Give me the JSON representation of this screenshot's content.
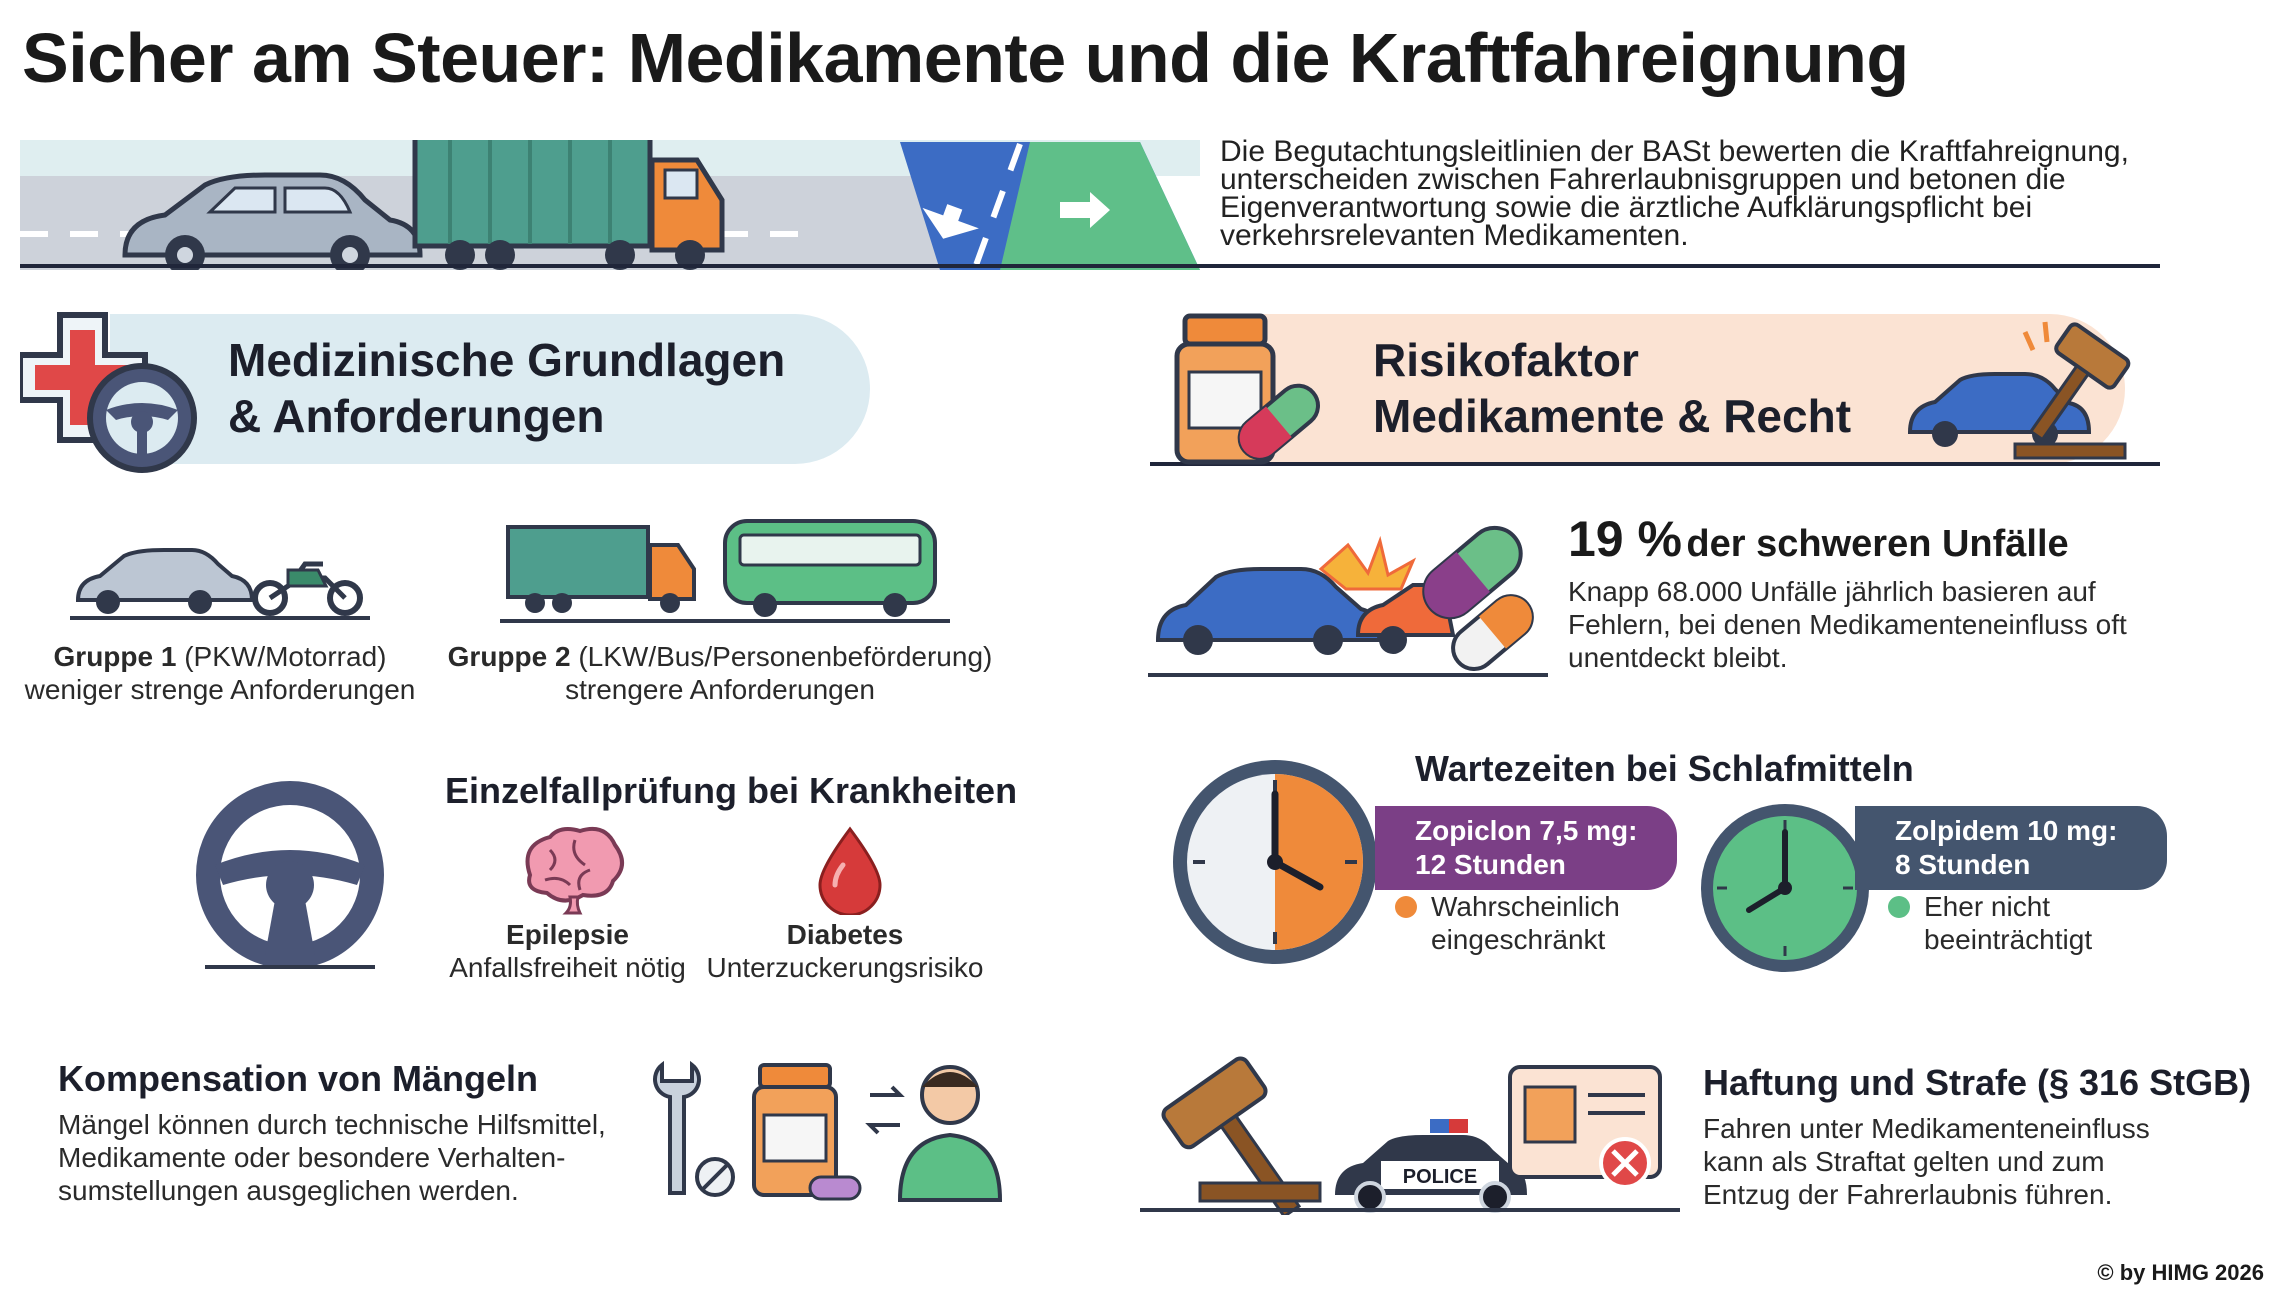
{
  "title": "Sicher am Steuer: Medikamente und die Kraftfahreignung",
  "intro": "Die Begutachtungsleitlinien der BASt bewerten die Kraftfahreignung, unterscheiden zwischen Fahrerlaubnisgruppen und betonen die Eigenverantwortung sowie die ärztliche Aufklärungspflicht bei verkehrsrelevanten Medikamenten.",
  "left": {
    "header_line1": "Medizinische Grundlagen",
    "header_line2": "& Anforderungen",
    "group1": {
      "name": "Gruppe 1",
      "detail": "(PKW/Motorrad)",
      "requirement": "weniger strenge Anforderungen"
    },
    "group2": {
      "name": "Gruppe 2",
      "detail": "(LKW/Bus/Personenbeförderung)",
      "requirement": "strengere Anforderungen"
    },
    "single_case": {
      "title": "Einzelfallprüfung bei Krankheiten",
      "epilepsy": {
        "name": "Epilepsie",
        "note": "Anfallsfreiheit nötig"
      },
      "diabetes": {
        "name": "Diabetes",
        "note": "Unterzuckerungsrisiko"
      }
    },
    "compensation": {
      "title": "Kompensation von Mängeln",
      "text": "Mängel können durch technische Hilfsmittel, Medikamente oder besondere Verhalten-sumstellungen ausgeglichen werden."
    }
  },
  "right": {
    "header_line1": "Risikofaktor",
    "header_line2": "Medikamente & Recht",
    "accidents": {
      "value": "19 %",
      "title_rest": "der schweren Unfälle",
      "text": "Knapp 68.000 Unfälle jährlich basieren auf Fehlern, bei denen Medikamenteneinfluss oft unentdeckt bleibt."
    },
    "waiting": {
      "title": "Wartezeiten bei Schlafmitteln",
      "zopiclon": {
        "line1": "Zopiclon 7,5 mg:",
        "line2": "12 Stunden",
        "status_line1": "Wahrscheinlich",
        "status_line2": "eingeschränkt",
        "color": "#7b3f86"
      },
      "zolpidem": {
        "line1": "Zolpidem 10 mg:",
        "line2": "8 Stunden",
        "status_line1": "Eher nicht",
        "status_line2": "beeinträchtigt",
        "color": "#44556e"
      }
    },
    "liability": {
      "title": "Haftung und Strafe (§ 316 StGB)",
      "text": "Fahren unter Medikamenteneinfluss kann als Straftat gelten und zum Entzug der Fahrerlaubnis führen.",
      "police_label": "POLICE"
    }
  },
  "copyright": "© by HIMG 2026",
  "colors": {
    "left_header": "#dcebf1",
    "right_header": "#fbe3d3",
    "orange": "#ef8a3a",
    "green": "#5cbf86",
    "navy": "#20263a"
  }
}
